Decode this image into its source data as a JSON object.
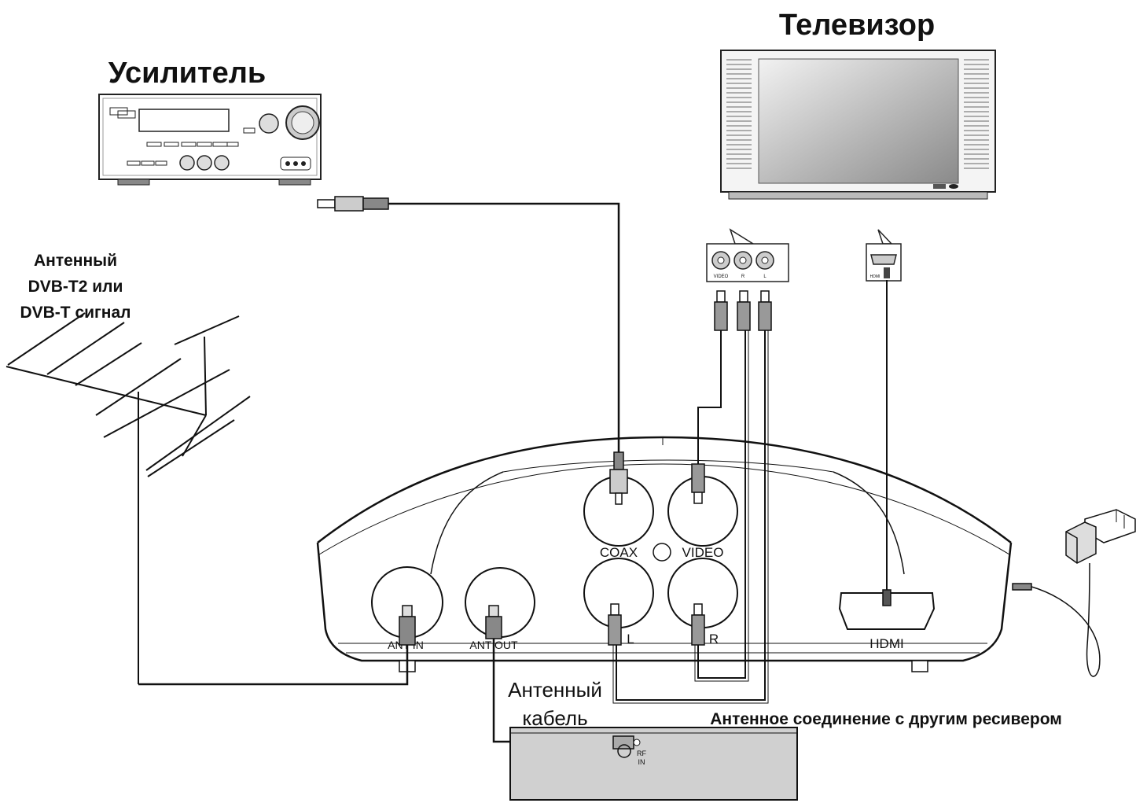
{
  "titles": {
    "amplifier": "Усилитель",
    "tv": "Телевизор",
    "antenna_line1": "Антенный",
    "antenna_line2": "DVB-T2 или",
    "antenna_line3": "DVB-T сигнал",
    "cable_line1": "Антенный",
    "cable_line2": "кабель",
    "loop_through": "Антенное соединение с другим ресивером"
  },
  "receiver_ports": {
    "coax": "COAX",
    "video": "VIDEO",
    "left": "L",
    "right": "R",
    "hdmi": "HDMI",
    "ant_in": "ANT IN",
    "ant_out": "ANT OUT"
  },
  "tv_panels": {
    "video": "VIDEO",
    "r": "R",
    "l": "L",
    "hdmi": "HDMI"
  },
  "second_receiver": {
    "rf_line1": "RF",
    "rf_line2": "IN"
  }
}
